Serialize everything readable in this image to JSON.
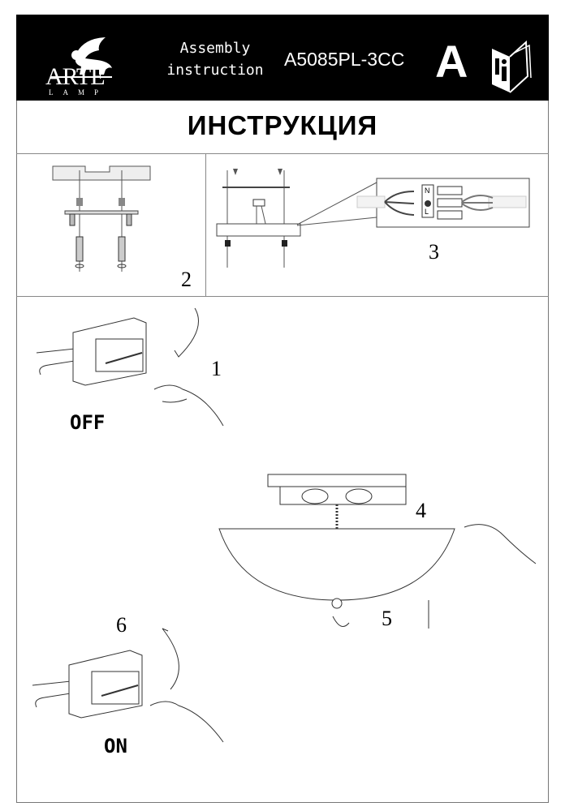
{
  "header": {
    "brand": "ARTE",
    "brand_sub": "LAMP",
    "doc_type_line1": "Assembly",
    "doc_type_line2": "instruction",
    "model": "A5085PL-3CC",
    "badge_letter": "A"
  },
  "title": "ИНСТРУКЦИЯ",
  "steps": {
    "s1": "1",
    "s2": "2",
    "s3": "3",
    "s4": "4",
    "s5": "5",
    "s6": "6"
  },
  "connector": {
    "neutral": "N",
    "live": "L"
  },
  "switch_states": {
    "off": "OFF",
    "on": "ON"
  }
}
